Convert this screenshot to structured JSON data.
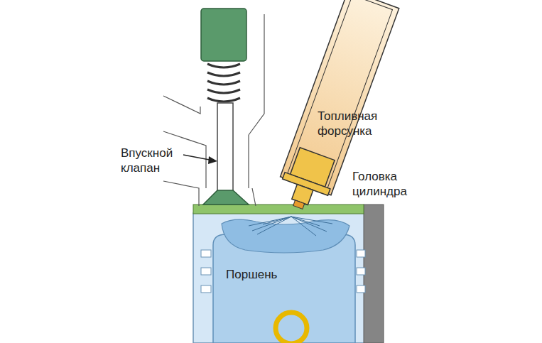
{
  "diagram": {
    "labels": [
      "Топливная форсунка",
      "Впускной клапан",
      "Головка цилиндра",
      "Поршень"
    ]
  }
}
